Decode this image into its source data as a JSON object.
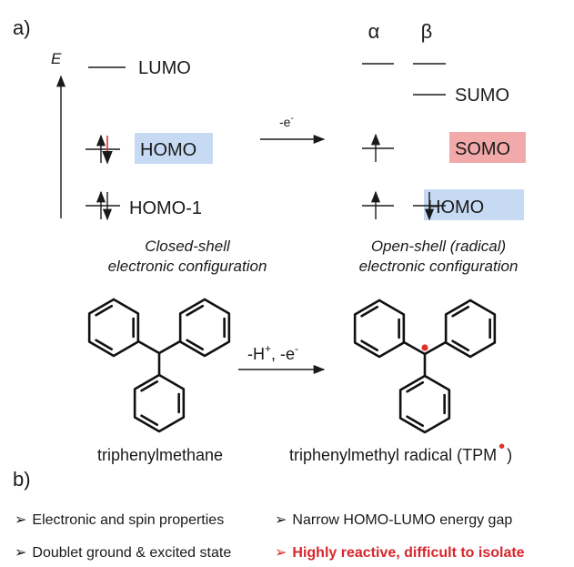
{
  "panel_a": {
    "label": "a)",
    "energy_axis": "E",
    "arrow_label": "-e",
    "arrow_label_sup": "-",
    "closed_shell": {
      "levels": [
        "LUMO",
        "HOMO",
        "HOMO-1"
      ],
      "caption_line1": "Closed-shell",
      "caption_line2": "electronic configuration"
    },
    "open_shell": {
      "alpha": "α",
      "beta": "β",
      "levels": [
        "SUMO",
        "SOMO",
        "HOMO"
      ],
      "caption_line1": "Open-shell (radical)",
      "caption_line2": "electronic configuration"
    },
    "colors": {
      "homo_highlight": "#c6dbf3",
      "somo_highlight": "#f2a9aa",
      "red_electron": "#e0302a"
    }
  },
  "molecules": {
    "left_name": "triphenylmethane",
    "right_name": "triphenylmethyl radical (TPM",
    "right_name_close": ")",
    "reaction_h": "-H",
    "reaction_h_sup": "+",
    "reaction_e": ", -e",
    "reaction_e_sup": "-"
  },
  "panel_b": {
    "label": "b)",
    "bullet": "➢",
    "items": [
      "Electronic and spin properties",
      "Narrow HOMO-LUMO energy gap",
      "Doublet ground & excited state",
      "Highly reactive, difficult to isolate"
    ],
    "highlight_color": "#d8262c"
  }
}
